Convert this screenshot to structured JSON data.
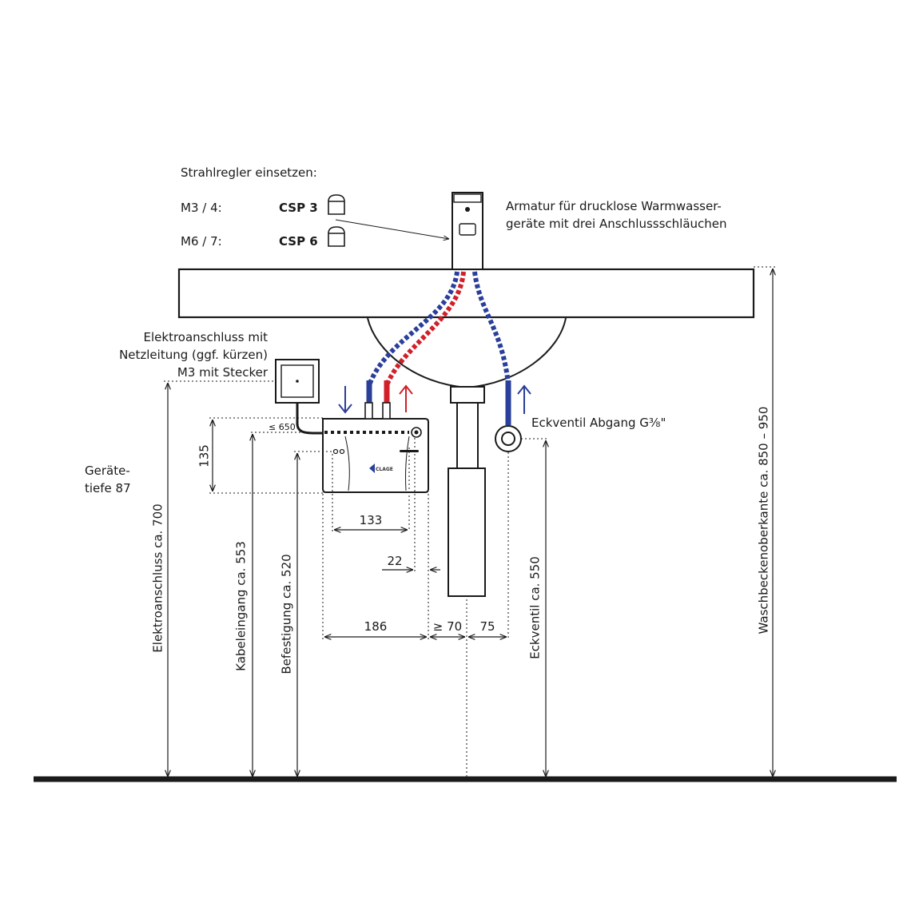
{
  "strahlregler": {
    "title": "Strahlregler einsetzen:",
    "rows": [
      {
        "model": "M3 / 4:",
        "code": "CSP 3"
      },
      {
        "model": "M6 / 7:",
        "code": "CSP 6"
      }
    ]
  },
  "armatur": {
    "line1": "Armatur für drucklose Warmwasser-",
    "line2": "geräte mit drei Anschlussschläuchen"
  },
  "elektro": {
    "line1": "Elektroanschluss mit",
    "line2": "Netzleitung (ggf. kürzen)",
    "line3": "M3 mit Stecker"
  },
  "geraetetiefe": {
    "line1": "Geräte-",
    "line2": "tiefe 87"
  },
  "eckventil_label": "Eckventil Abgang G⅜\"",
  "device_brand": "CLAGE",
  "dimensions": {
    "max_cable": "≤ 650",
    "height": "135",
    "width_holes": "133",
    "offset": "22",
    "width_total": "186",
    "gap_min": "≥ 70",
    "gap_valve": "75"
  },
  "vertical_labels": {
    "elektroanschluss": "Elektroanschluss ca. 700",
    "kabeleingang": "Kabeleingang ca. 553",
    "befestigung": "Befestigung ca. 520",
    "eckventil": "Eckventil ca. 550",
    "waschbecken": "Waschbeckenoberkante ca. 850 – 950"
  },
  "colors": {
    "hot": "#d0202a",
    "cold": "#2a3f9a",
    "line": "#1a1a1a"
  }
}
